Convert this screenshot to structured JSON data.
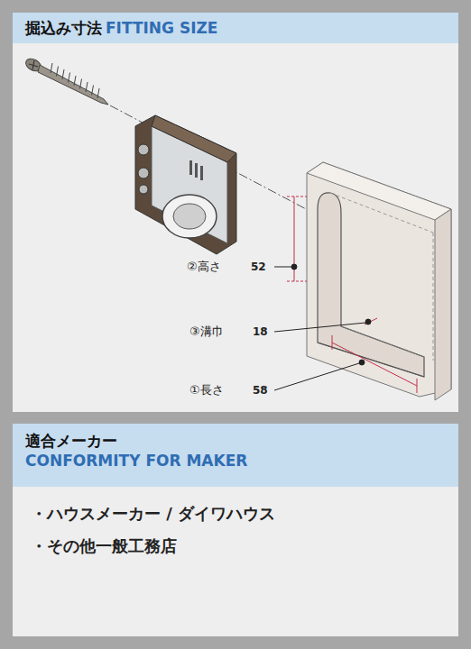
{
  "diagram": {
    "nodes": [
      {
        "text": [
          "掘込み寸法",
          "FITTING SIZE"
        ]
      },
      {
        "text": [
          "適合メーカー",
          "CONFORMITY FOR MAKER"
        ]
      }
    ],
    "labels": [
      "②高さ",
      "52",
      "③溝巾",
      "18",
      "①長さ",
      "58",
      "・ハウスメーカー / ダイワハウス",
      "・その他一般工務店"
    ]
  }
}
